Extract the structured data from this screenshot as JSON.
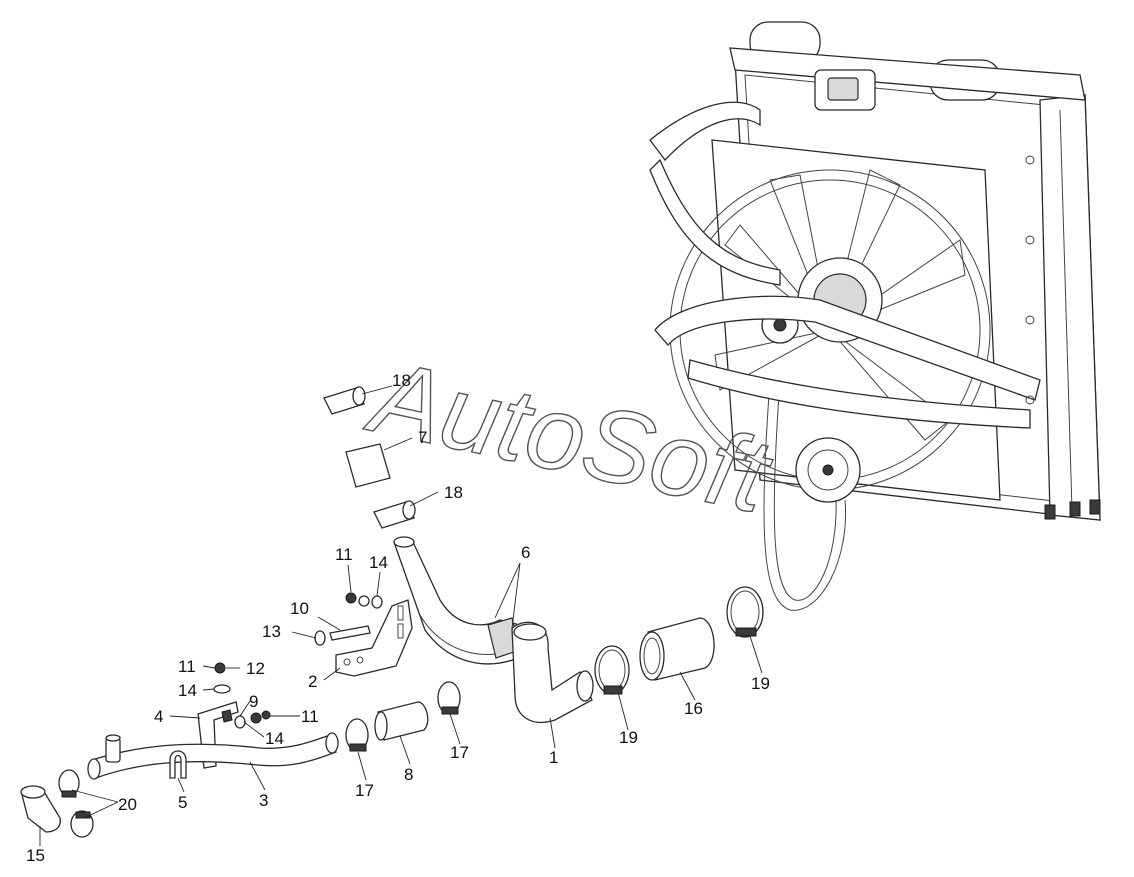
{
  "watermark": "AutoSoft",
  "callouts": [
    "18",
    "7",
    "18",
    "6",
    "11",
    "14",
    "10",
    "13",
    "2",
    "11",
    "12",
    "14",
    "9",
    "4",
    "11",
    "14",
    "1",
    "19",
    "16",
    "19",
    "17",
    "8",
    "17",
    "5",
    "3",
    "20",
    "15"
  ]
}
